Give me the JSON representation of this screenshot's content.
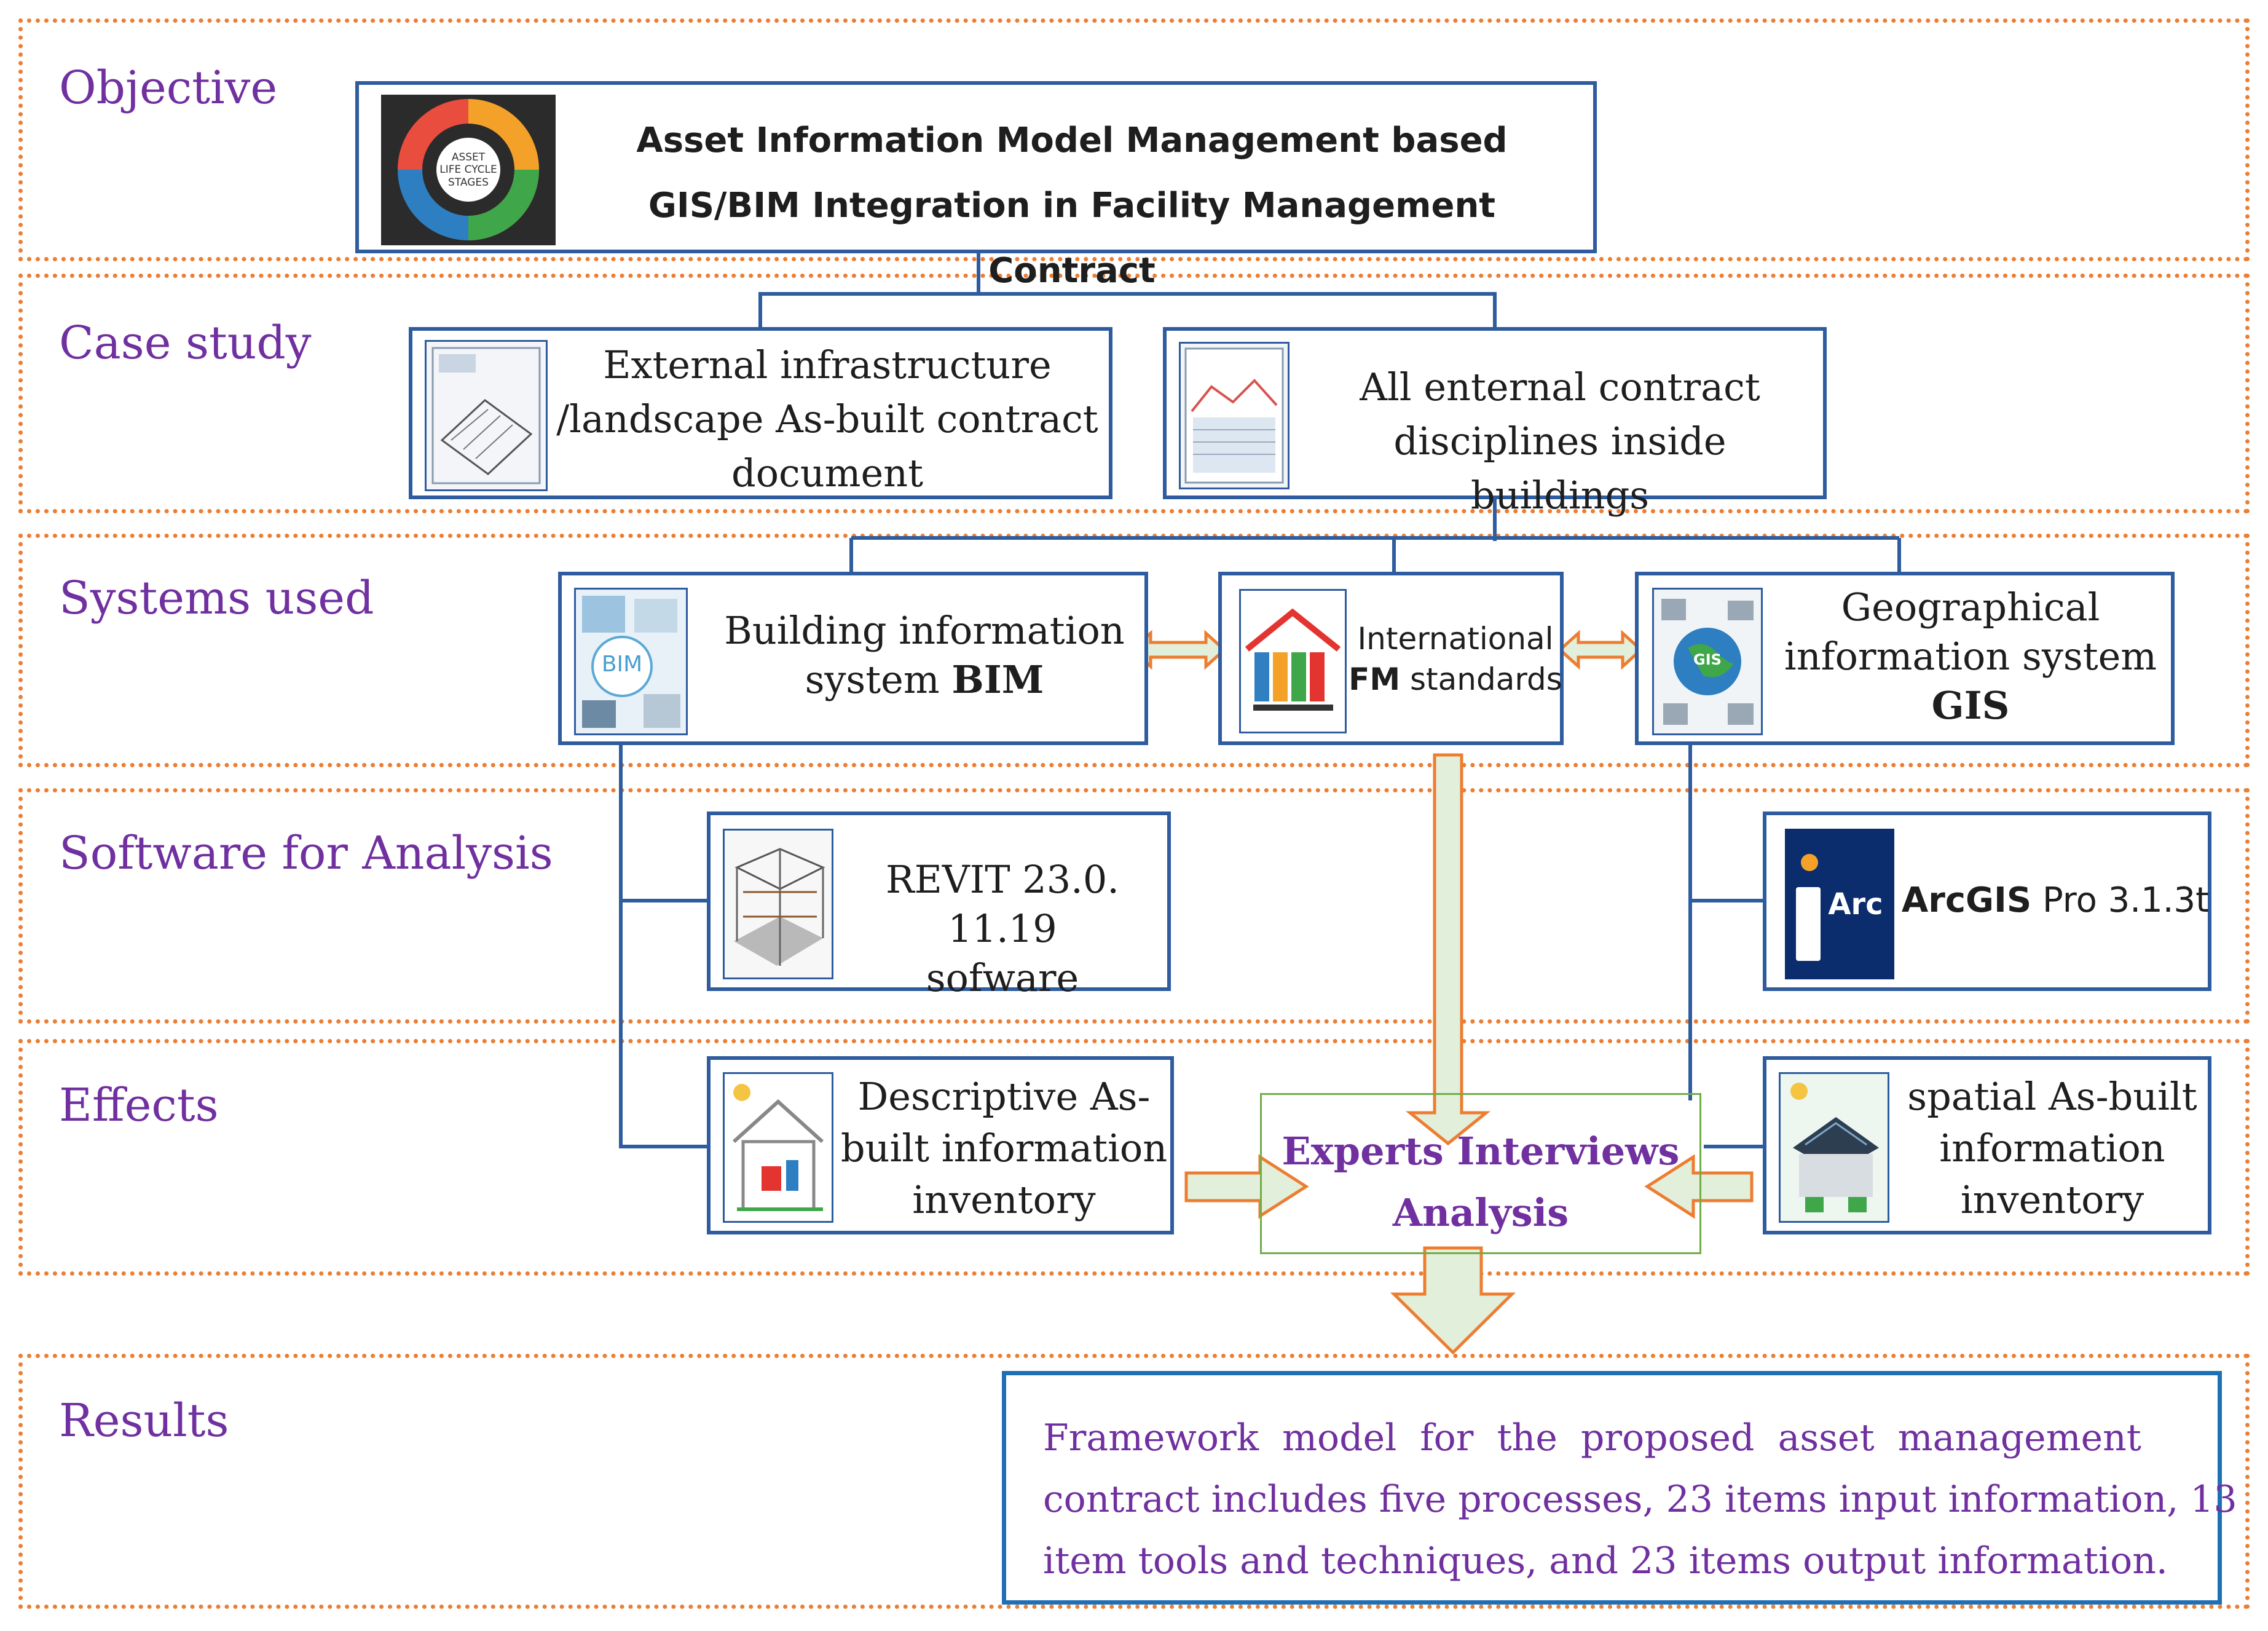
{
  "bands": {
    "objective": "Objective",
    "case_study": "Case study",
    "systems_used": "Systems used",
    "software": "Software for Analysis",
    "effects": "Effects",
    "results": "Results"
  },
  "objective_box": {
    "line1": "Asset Information Model Management based",
    "line2": "GIS/BIM Integration in Facility Management Contract",
    "image_text": [
      "ASSET",
      "LIFE CYCLE",
      "STAGES"
    ]
  },
  "case_study": {
    "external": [
      "External infrastructure",
      "/landscape  As-built contract",
      "document"
    ],
    "internal": [
      "All enternal contract",
      "disciplines inside buildings"
    ]
  },
  "systems": {
    "bim_line1": "Building information",
    "bim_line2_prefix": "system ",
    "bim_line2_bold": "BIM",
    "bim_image_label": "BIM",
    "fm_line1": "International",
    "fm_line2_bold": "FM",
    "fm_line2_rest": " standards",
    "gis_line1": "Geographical",
    "gis_line2": "information system",
    "gis_line3_bold": "GIS",
    "gis_image_label": "GIS"
  },
  "software": {
    "revit": [
      "REVIT 23.0. 11.19",
      "sofware"
    ],
    "arcgis_bold": "ArcGIS",
    "arcgis_rest": " Pro 3.1.3t",
    "arc_logo": "Arc"
  },
  "effects": {
    "descriptive": [
      "Descriptive As-",
      "built information",
      "inventory"
    ],
    "experts": [
      "Experts Interviews",
      "Analysis"
    ],
    "spatial": [
      "spatial As-built",
      "information",
      "inventory"
    ]
  },
  "results": {
    "lines": [
      "Framework  model  for  the  proposed  asset  management",
      "contract includes five processes, 23 items input information, 13",
      "item tools and techniques, and 23 items output information."
    ]
  },
  "colors": {
    "band_border": "#ed7d31",
    "box_border": "#2e5c9e",
    "label": "#7030a0",
    "connector": "#2e5c9e",
    "arrow_fill": "#e2efda",
    "arrow_stroke": "#ed7d31",
    "expert_border": "#70ad47"
  }
}
